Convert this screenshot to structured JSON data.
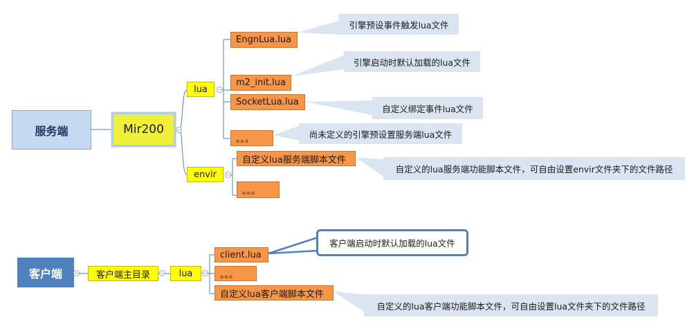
{
  "server": {
    "root": "服务端",
    "hub": "Mir200",
    "lua": {
      "label": "lua",
      "items": [
        {
          "label": "EngnLua.lua",
          "note": "引擎预设事件触发lua文件"
        },
        {
          "label": "m2_init.lua",
          "note": "引擎启动时默认加载的lua文件"
        },
        {
          "label": "SocketLua.lua",
          "note": "自定义绑定事件lua文件"
        },
        {
          "label": "。。。",
          "note": "尚未定义的引擎预设置服务端lua文件"
        }
      ]
    },
    "envir": {
      "label": "envir",
      "items": [
        {
          "label": "自定义lua服务端脚本文件",
          "note": "自定义的lua服务端功能脚本文件，可自由设置envir文件夹下的文件路径"
        },
        {
          "label": "。。。"
        }
      ]
    }
  },
  "client": {
    "root": "客户端",
    "main_dir": "客户端主目录",
    "lua": {
      "label": "lua",
      "items": [
        {
          "label": "client.lua",
          "note": "客户端启动时默认加载的lua文件"
        },
        {
          "label": "。。。"
        },
        {
          "label": "自定义lua客户端脚本文件",
          "note": "自定义的lua客户端功能脚本文件，可自由设置lua文件夹下的文件路径"
        }
      ]
    }
  },
  "collapse_glyph": "−",
  "colors": {
    "server_root": "#c5d9f1",
    "client_root": "#4f81bd",
    "hub": "#f0ef39",
    "folder": "#ffff00",
    "file": "#f79646",
    "callout": "#dbe5f1",
    "connector": "#4f81bd"
  }
}
